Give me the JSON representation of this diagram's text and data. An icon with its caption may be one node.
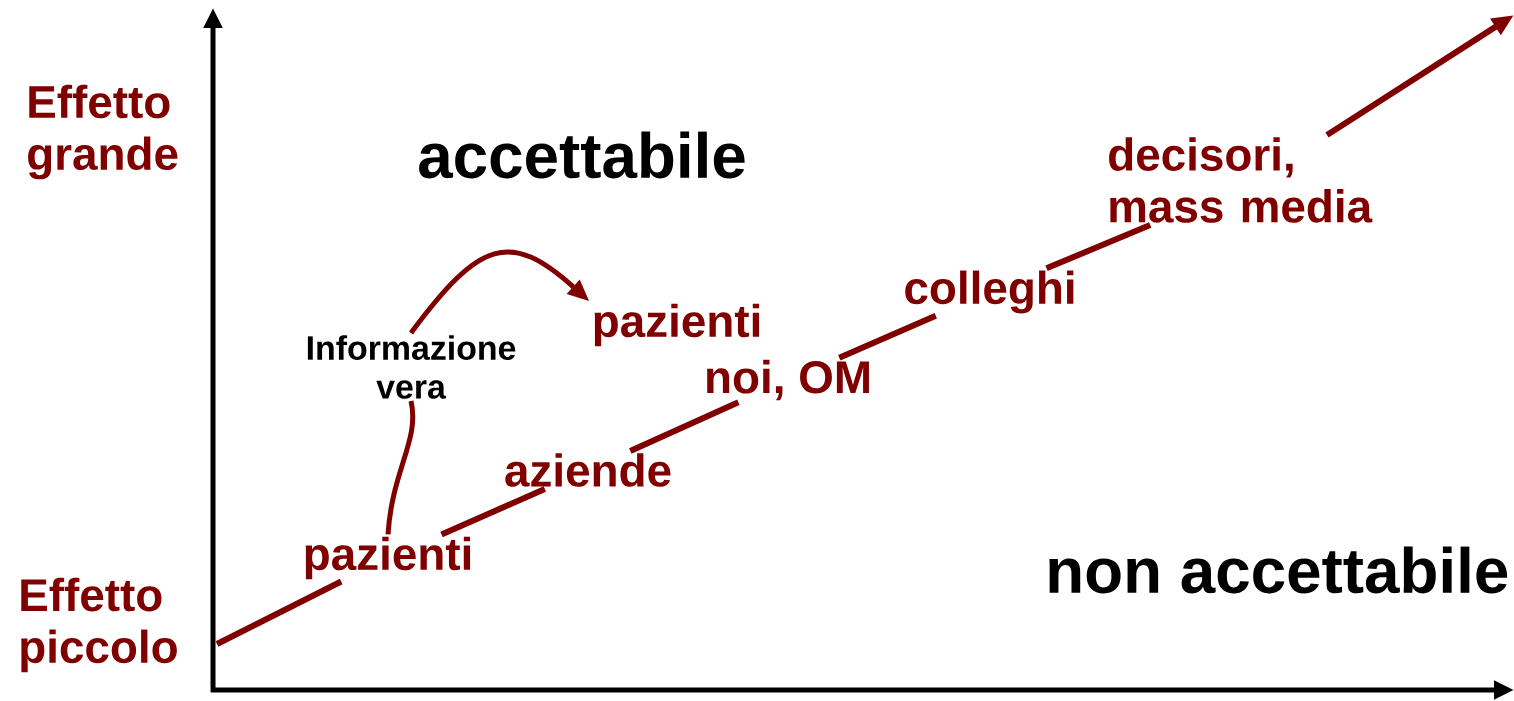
{
  "diagram": {
    "nodes": [
      {
        "text": [
          "decisori, mass media"
        ]
      },
      {
        "text": [
          "colleghi"
        ]
      },
      {
        "text": [
          "pazienti"
        ]
      },
      {
        "text": [
          "Informazione vera"
        ]
      },
      {
        "text": [
          "noi, OM"
        ]
      },
      {
        "text": [
          "aziende"
        ]
      },
      {
        "text": [
          "pazienti"
        ]
      }
    ],
    "edges": [
      {
        "from": null,
        "to": 6,
        "arrow": "none"
      },
      {
        "from": 6,
        "to": 5,
        "arrow": "none"
      },
      {
        "from": 5,
        "to": 4,
        "arrow": "none"
      },
      {
        "from": 4,
        "to": 1,
        "arrow": "none"
      },
      {
        "from": 1,
        "to": 0,
        "arrow": "none"
      },
      {
        "from": 0,
        "to": null,
        "arrow": "to"
      },
      {
        "from": 6,
        "to": 3,
        "arrow": "none"
      },
      {
        "from": 3,
        "to": 2,
        "arrow": "to"
      }
    ],
    "labels": [
      "Effetto grande",
      "accettabile",
      "Effetto piccolo",
      "non accettabile"
    ]
  }
}
